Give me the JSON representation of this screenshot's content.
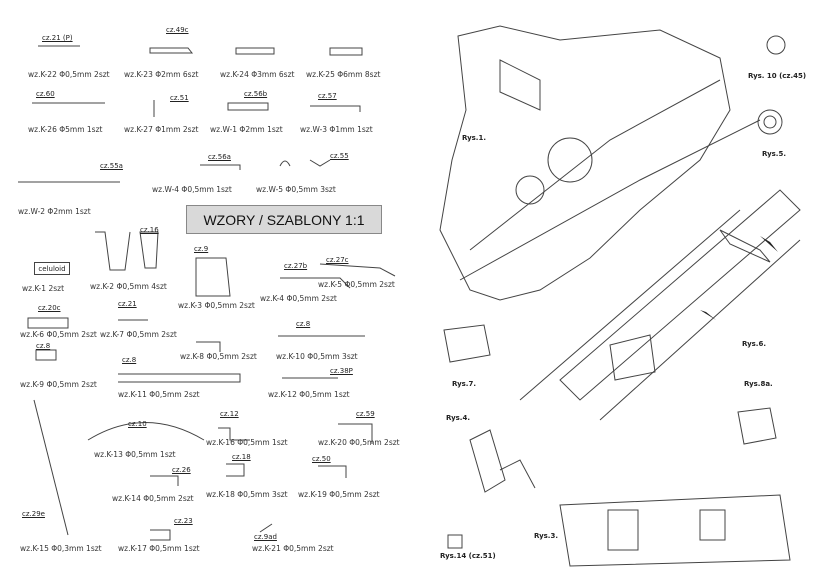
{
  "banner": {
    "title": "WZORY / SZABLONY 1:1"
  },
  "celuloid": "celuloid",
  "templates": [
    {
      "id": "wzk22",
      "label": "wz.K-22 Φ0,5mm 2szt",
      "tag": "cz.21 (P)"
    },
    {
      "id": "wzk23",
      "label": "wz.K-23 Φ2mm 6szt",
      "tag": "cz.49c"
    },
    {
      "id": "wzk24",
      "label": "wz.K-24 Φ3mm 6szt",
      "tag": ""
    },
    {
      "id": "wzk25",
      "label": "wz.K-25 Φ6mm 8szt",
      "tag": ""
    },
    {
      "id": "wzk26",
      "label": "wz.K-26 Φ5mm 1szt",
      "tag": "cz.60"
    },
    {
      "id": "wzk27",
      "label": "wz.K-27 Φ1mm 2szt",
      "tag": "cz.51"
    },
    {
      "id": "wzw1",
      "label": "wz.W-1 Φ2mm 1szt",
      "tag": "cz.56b"
    },
    {
      "id": "wzw3",
      "label": "wz.W-3 Φ1mm 1szt",
      "tag": "cz.57"
    },
    {
      "id": "wzw2",
      "label": "wz.W-2 Φ2mm 1szt",
      "tag": "cz.55a"
    },
    {
      "id": "wzw4",
      "label": "wz.W-4 Φ0,5mm 1szt",
      "tag": "cz.56a"
    },
    {
      "id": "wzw5",
      "label": "wz.W-5 Φ0,5mm 3szt",
      "tag": "cz.55"
    },
    {
      "id": "wzk1",
      "label": "wz.K-1 2szt",
      "tag": ""
    },
    {
      "id": "wzk2",
      "label": "wz.K-2 Φ0,5mm 4szt",
      "tag": "cz.16"
    },
    {
      "id": "wzk3",
      "label": "wz.K-3 Φ0,5mm 2szt",
      "tag": "cz.9"
    },
    {
      "id": "wzk4",
      "label": "wz.K-4 Φ0,5mm 2szt",
      "tag": "cz.27b"
    },
    {
      "id": "wzk5",
      "label": "wz.K-5 Φ0,5mm 2szt",
      "tag": "cz.27c"
    },
    {
      "id": "wzk6",
      "label": "wz.K-6 Φ0,5mm 2szt",
      "tag": "cz.20c"
    },
    {
      "id": "wzk7",
      "label": "wz.K-7 Φ0,5mm 2szt",
      "tag": "cz.21"
    },
    {
      "id": "wzk8",
      "label": "wz.K-8 Φ0,5mm 2szt",
      "tag": ""
    },
    {
      "id": "wzk10",
      "label": "wz.K-10 Φ0,5mm 3szt",
      "tag": "cz.8"
    },
    {
      "id": "wzk9",
      "label": "wz.K-9 Φ0,5mm 2szt",
      "tag": "cz.8"
    },
    {
      "id": "wzk11",
      "label": "wz.K-11 Φ0,5mm 2szt",
      "tag": "cz.8"
    },
    {
      "id": "wzk12",
      "label": "wz.K-12 Φ0,5mm 1szt",
      "tag": "cz.38P"
    },
    {
      "id": "wzk13",
      "label": "wz.K-13 Φ0,5mm 1szt",
      "tag": "cz.10"
    },
    {
      "id": "wzk16",
      "label": "wz.K-16 Φ0,5mm 1szt",
      "tag": "cz.12"
    },
    {
      "id": "wzk20",
      "label": "wz.K-20 Φ0,5mm 2szt",
      "tag": "cz.59"
    },
    {
      "id": "wzk14",
      "label": "wz.K-14 Φ0,5mm 2szt",
      "tag": "cz.26"
    },
    {
      "id": "wzk18",
      "label": "wz.K-18 Φ0,5mm 3szt",
      "tag": "cz.18"
    },
    {
      "id": "wzk19",
      "label": "wz.K-19 Φ0,5mm 2szt",
      "tag": "cz.50"
    },
    {
      "id": "wzk15",
      "label": "wz.K-15 Φ0,3mm 1szt",
      "tag": "cz.29e"
    },
    {
      "id": "wzk17",
      "label": "wz.K-17 Φ0,5mm 1szt",
      "tag": "cz.23"
    },
    {
      "id": "wzk21",
      "label": "wz.K-21 Φ0,5mm 2szt",
      "tag": "cz.9ad"
    }
  ],
  "figures": [
    {
      "id": "rys1",
      "label": "Rys.1."
    },
    {
      "id": "rys5",
      "label": "Rys.5."
    },
    {
      "id": "rys10",
      "label": "Rys. 10 (cz.45)"
    },
    {
      "id": "rys6",
      "label": "Rys.6."
    },
    {
      "id": "rys7",
      "label": "Rys.7."
    },
    {
      "id": "rys8a",
      "label": "Rys.8a."
    },
    {
      "id": "rys4",
      "label": "Rys.4."
    },
    {
      "id": "rys3",
      "label": "Rys.3."
    },
    {
      "id": "rys14",
      "label": "Rys.14 (cz.51)"
    }
  ]
}
